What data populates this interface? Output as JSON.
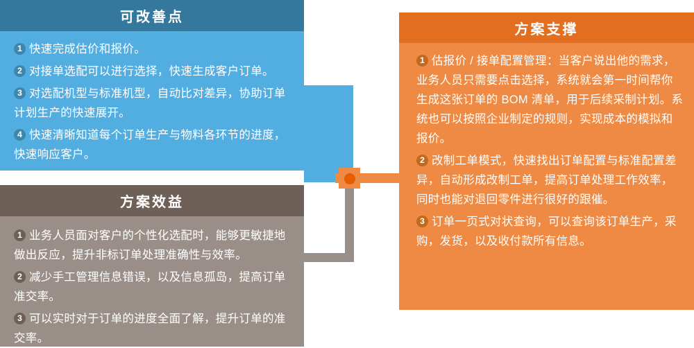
{
  "panels": {
    "improve": {
      "title": "可改善点",
      "items": [
        {
          "num": "1",
          "text": "快速完成估价和报价。"
        },
        {
          "num": "2",
          "text": "对接单选配可以进行选择，快速生成客户订单。"
        },
        {
          "num": "3",
          "text": "对选配机型与标准机型，自动比对差异，协助订单计划生产的快速展开。"
        },
        {
          "num": "4",
          "text": "快速清晰知道每个订单生产与物料各环节的进度，快速响应客户。"
        }
      ]
    },
    "benefit": {
      "title": "方案效益",
      "items": [
        {
          "num": "1",
          "text": "业务人员面对客户的个性化选配时，能够更敏捷地做出反应，提升非标订单处理准确性与效率。"
        },
        {
          "num": "2",
          "text": "减少手工管理信息错误，以及信息孤岛，提高订单准交率。"
        },
        {
          "num": "3",
          "text": "可以实时对于订单的进度全面了解，提升订单的准交率。"
        }
      ]
    },
    "support": {
      "title": "方案支撑",
      "items": [
        {
          "num": "1",
          "text": "估报价 / 接单配置管理：当客户说出他的需求，业务人员只需要点击选择，系统就会第一时间帮你生成这张订单的 BOM 清单，用于后续采制计划。系统也可以按照企业制定的规则，实现成本的模拟和报价。"
        },
        {
          "num": "2",
          "text": "改制工单模式，快速找出订单配置与标准配置差异，自动形成改制工单，提高订单处理工作效率，同时也能对退回零件进行很好的跟催。"
        },
        {
          "num": "3",
          "text": "订单一页式对状查询，可以查询该订单生产，采购，发货，以及收付款所有信息。"
        }
      ]
    }
  },
  "colors": {
    "blue_header": "#35789d",
    "blue_body": "#52ade1",
    "blue_badge": "#3e86ac",
    "brown_header": "#6e5f57",
    "gray_body": "#998e88",
    "gray_badge": "#6e5f57",
    "orange_header": "#e16f1f",
    "orange_body": "#ee8a43",
    "orange_badge": "#c2691e",
    "connector_dot": "#e65c00"
  }
}
